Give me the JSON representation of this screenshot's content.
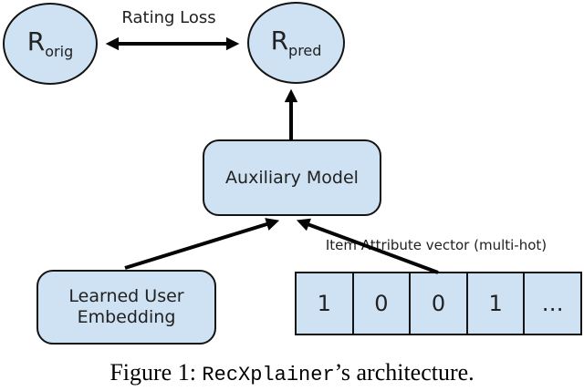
{
  "diagram": {
    "nodes": {
      "r_orig": {
        "base": "R",
        "sub": "orig"
      },
      "r_pred": {
        "base": "R",
        "sub": "pred"
      },
      "auxiliary_model": {
        "label": "Auxiliary Model"
      },
      "learned_user_embedding": {
        "line1": "Learned User",
        "line2": "Embedding"
      }
    },
    "edges": {
      "rating_loss": {
        "label": "Rating Loss"
      }
    },
    "item_attribute_vector": {
      "label": "Item Attribute vector (multi-hot)",
      "cells": [
        "1",
        "0",
        "0",
        "1",
        "…"
      ]
    }
  },
  "caption": {
    "prefix": "Figure 1: ",
    "code": "RecXplainer",
    "suffix": "’s architecture."
  },
  "colors": {
    "node_fill": "#cfe2f3",
    "node_border": "#141414",
    "arrow": "#050505",
    "diagram_text": "#212121",
    "caption_text": "#000000"
  }
}
